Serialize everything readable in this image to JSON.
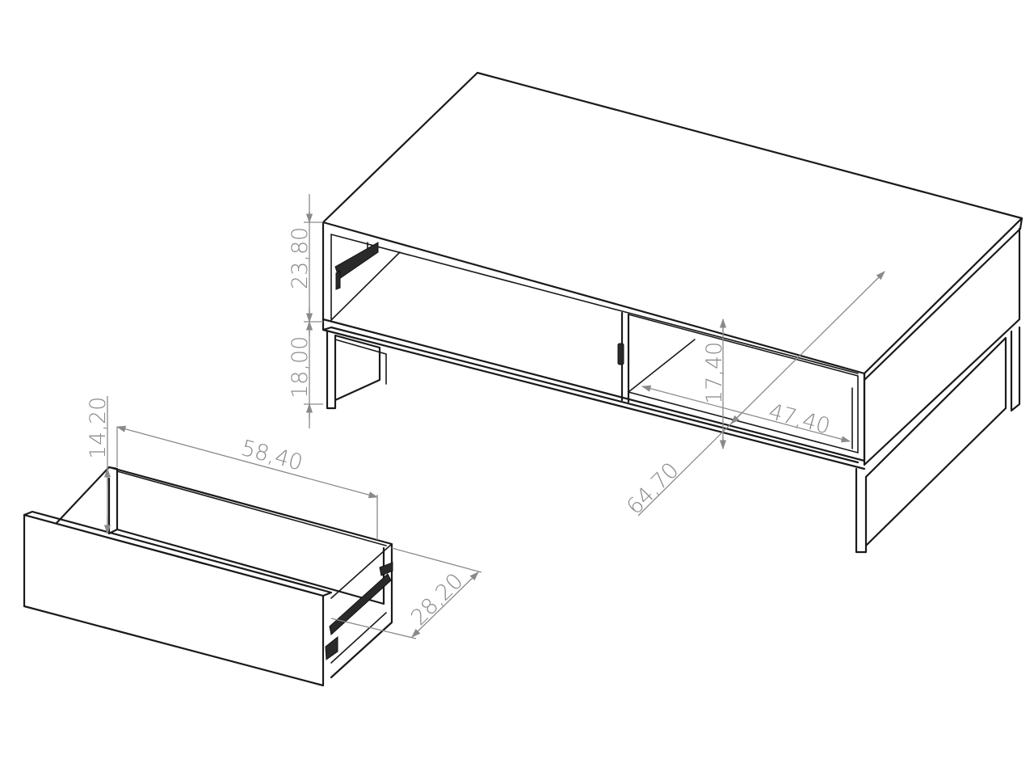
{
  "dimensions": {
    "table_height_upper": "23,80",
    "table_height_lower": "18,00",
    "compartment_height": "17,40",
    "compartment_width": "47,40",
    "table_depth": "64,70",
    "drawer_height": "14,20",
    "drawer_width": "58,40",
    "drawer_depth": "28,20"
  },
  "colors": {
    "line": "#1a1a1a",
    "dimension": "#8a8a8a",
    "background": "#ffffff"
  }
}
